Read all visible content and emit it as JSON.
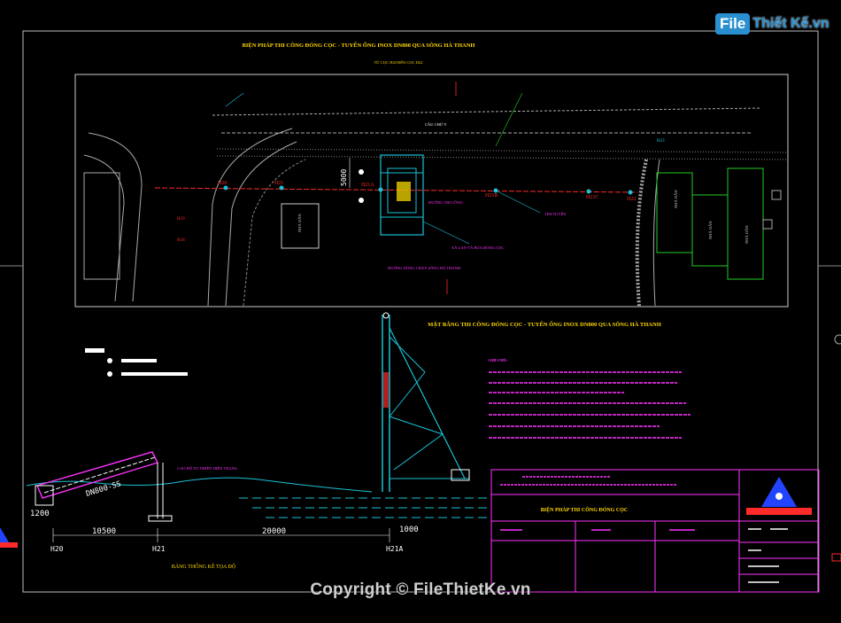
{
  "watermark": {
    "logo_file": "File",
    "logo_rest": "Thiết Kế.vn",
    "copyright": "Copyright © FileThietKe.vn"
  },
  "drawing": {
    "title_top": "BIỆN PHÁP THI CÔNG ĐÓNG CỌC - TUYẾN ỐNG INOX DN800 QUA SÔNG HÀ THANH",
    "subtitle_top": "TỪ CỌC H20 ĐẾN CỌC H22",
    "title_mid": "MẶT BẰNG THI CÔNG ĐÓNG CỌC - TUYẾN ỐNG INOX DN800 QUA SÔNG HÀ THANH",
    "section_caption": "BẢNG THỐNG KÊ TỌA ĐỘ",
    "ground_label": "CAO ĐỘ TỰ NHIÊN HIỆN TRẠNG",
    "pipe_label": "DN800-SS",
    "dim_5000": "5000",
    "dim_10500": "10500",
    "dim_20000": "20000",
    "dim_1200": "1200",
    "dim_1000": "1000",
    "note_heading": "GHI CHÚ:",
    "flow_label": "HƯỚNG DÒNG CHẢY SÔNG HÀ THANH",
    "axis_label": "TIM TUYẾN",
    "barge_label": "XÀ LAN VÀ BÚA ĐÓNG CỌC",
    "working_area": "ĐƯỜNG THI CÔNG",
    "bridge_label": "CẦU CHỮ Y",
    "house_label": "NHÀ DÂN"
  },
  "stations": {
    "h20": "H20",
    "h21": "H21",
    "h21a": "H21A",
    "h21b": "H21B",
    "h21c": "H21C",
    "h22": "H22",
    "h19": "H19",
    "h23": "H23",
    "h18": "H18"
  },
  "title_block": {
    "drawing_name": "BIỆN PHÁP THI CÔNG ĐÓNG CỌC"
  },
  "colors": {
    "frame": "#ffffff",
    "pipe_axis": "#ff2a2a",
    "ground": "#19c2d6",
    "annotation": "#ff33ff",
    "leader": "#19c2d6",
    "house": "#22cc22",
    "title": "#ffd700",
    "title_block_frame": "#ff33ff"
  }
}
